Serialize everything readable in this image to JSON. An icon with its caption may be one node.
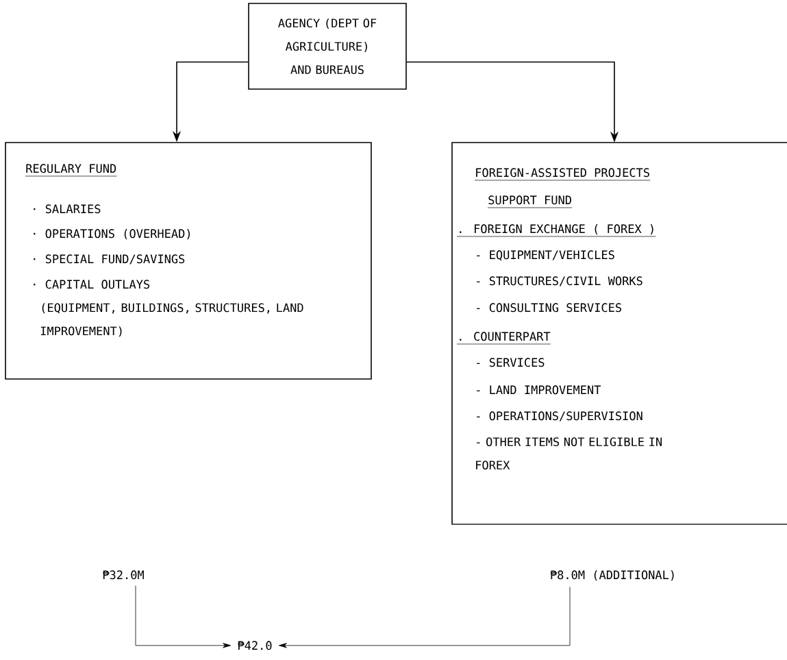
{
  "diagram": {
    "nodes": [
      {
        "text": [
          "AGENCY (DEPT OF AGRICULTURE) AND BUREAUS"
        ]
      },
      {
        "text": [
          "REGULARY FUND",
          "· SALARIES",
          "· OPERATIONS (OVERHEAD)",
          "· SPECIAL FUND/SAVINGS",
          "· CAPITAL OUTLAYS",
          "(EQUIPMENT, BUILDINGS, STRUCTURES, LAND IMPROVEMENT)"
        ]
      },
      {
        "text": [
          "FOREIGN-ASSISTED PROJECTS",
          "SUPPORT FUND",
          ". FOREIGN EXCHANGE ( FOREX )",
          "- EQUIPMENT/VEHICLES",
          "- STRUCTURES/CIVIL WORKS",
          "- CONSULTING SERVICES",
          ". COUNTERPART",
          "- SERVICES",
          "- LAND IMPROVEMENT",
          "- OPERATIONS/SUPERVISION",
          "- OTHER ITEMS NOT ELIGIBLE IN FOREX"
        ]
      },
      {
        "text": [
          "₱32.0M"
        ]
      },
      {
        "text": [
          "₱8.0M (ADDITIONAL)"
        ]
      },
      {
        "text": [
          "₱42.0"
        ]
      }
    ],
    "edges": [
      {
        "from": 0,
        "to": 1,
        "arrow": "to"
      },
      {
        "from": 0,
        "to": 2,
        "arrow": "to"
      },
      {
        "from": 3,
        "to": 5,
        "arrow": "to"
      },
      {
        "from": 4,
        "to": 5,
        "arrow": "to"
      }
    ]
  }
}
